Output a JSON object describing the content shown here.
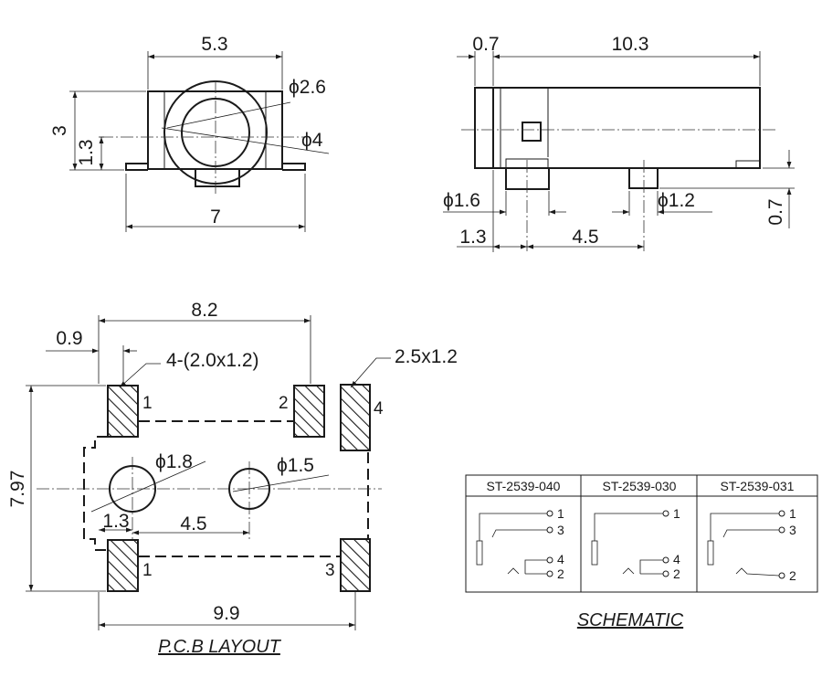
{
  "front_view": {
    "dim_width_top": "5.3",
    "dim_height": "3",
    "dim_center_height": "1.3",
    "dim_bore_outer": "ϕ2.6",
    "dim_bore_inner": "ϕ4",
    "dim_width_bottom": "7"
  },
  "side_view": {
    "dim_front_flange": "0.7",
    "dim_length": "10.3",
    "dim_peg_large": "ϕ1.6",
    "dim_peg_small": "ϕ1.2",
    "dim_peg_offset": "1.3",
    "dim_peg_spacing": "4.5",
    "dim_peg_height": "0.7"
  },
  "pcb_layout": {
    "dim_overall_width": "8.2",
    "dim_edge_offset": "0.9",
    "dim_pad_small": "4-(2.0x1.2)",
    "dim_pad_large": "2.5x1.2",
    "dim_height": "7.97",
    "dim_hole_large": "ϕ1.8",
    "dim_hole_small": "ϕ1.5",
    "dim_hole_offset": "1.3",
    "dim_hole_spacing": "4.5",
    "dim_bottom_width": "9.9",
    "pad_labels": [
      "1",
      "2",
      "4",
      "1",
      "3"
    ],
    "caption": "P.C.B LAYOUT"
  },
  "schematic": {
    "columns": [
      "ST-2539-040",
      "ST-2539-030",
      "ST-2539-031"
    ],
    "col1_pins": [
      "1",
      "3",
      "4",
      "2"
    ],
    "col2_pins": [
      "1",
      "4",
      "2"
    ],
    "col3_pins": [
      "1",
      "3",
      "2"
    ],
    "caption": "SCHEMATIC"
  }
}
